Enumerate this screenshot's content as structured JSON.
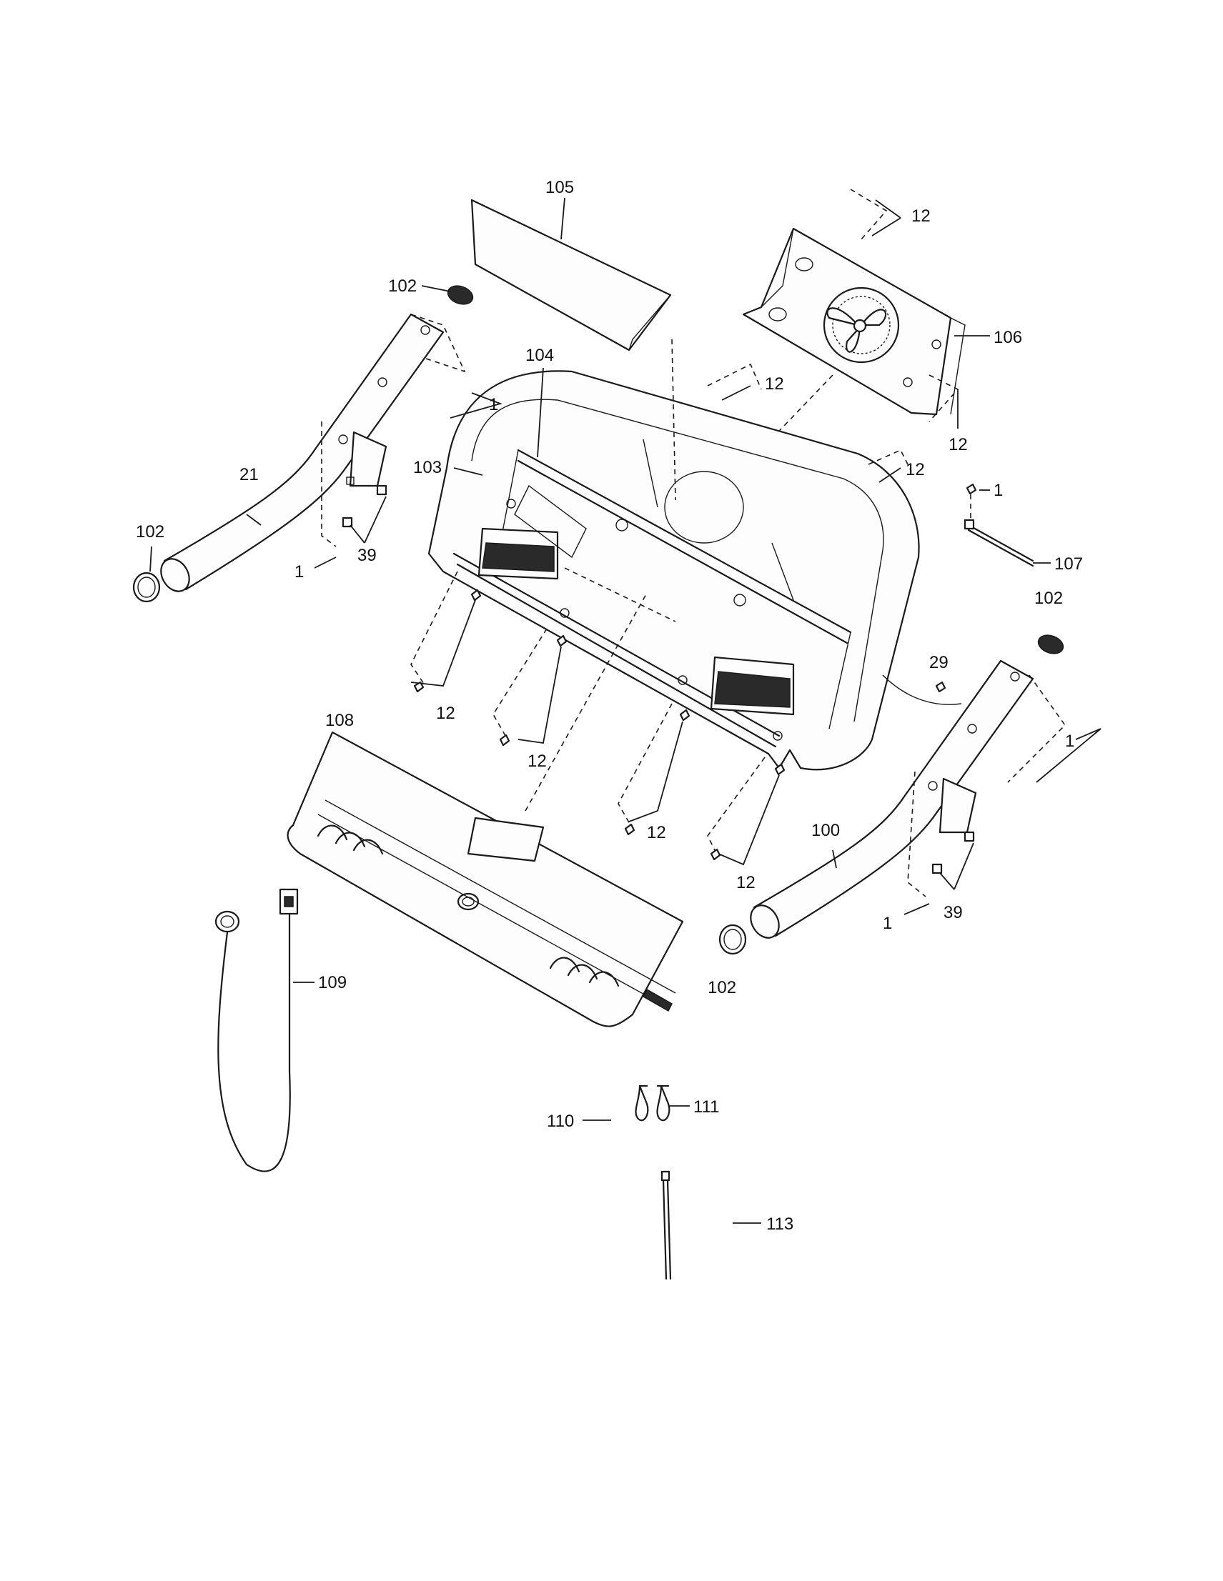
{
  "callouts": {
    "c105": "105",
    "c12_fan_top": "12",
    "c102_left_top": "102",
    "c106": "106",
    "c104": "104",
    "c12_mid_top": "12",
    "c1_left_upper": "1",
    "c12_fan_bottom": "12",
    "c103": "103",
    "c12_right_top": "12",
    "c1_screw": "1",
    "c21": "21",
    "c102_left_end": "102",
    "c39_left": "39",
    "c1_left_lower": "1",
    "c107": "107",
    "c102_right_top": "102",
    "c29": "29",
    "c12_bottom_1": "12",
    "c108": "108",
    "c1_right_upper": "1",
    "c12_bottom_2": "12",
    "c100": "100",
    "c12_bottom_3": "12",
    "c12_bottom_4": "12",
    "c39_right": "39",
    "c1_right_lower": "1",
    "c102_right_end": "102",
    "c109": "109",
    "c110": "110",
    "c111": "111",
    "c113": "113"
  }
}
